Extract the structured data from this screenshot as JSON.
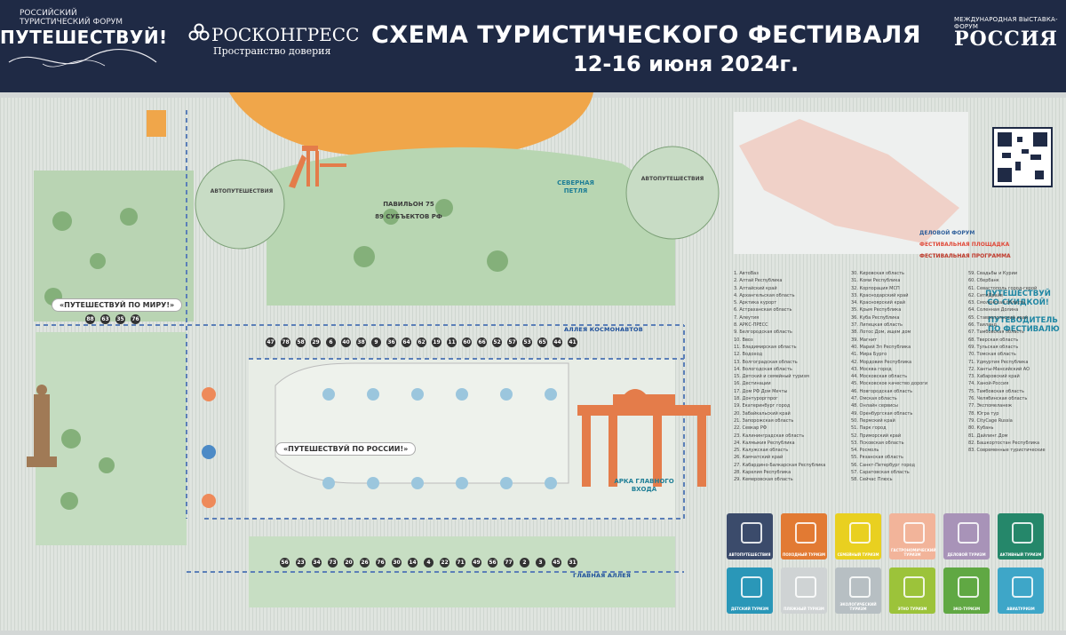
{
  "header": {
    "forum_small_line1": "РОССИЙСКИЙ",
    "forum_small_line2": "ТУРИСТИЧЕСКИЙ ФОРУМ",
    "forum_name": "ПУТЕШЕСТВУЙ!",
    "roscongress_name": "РОСКОНГРЕСС",
    "roscongress_sub": "Пространство доверия",
    "title": "СХЕМА ТУРИСТИЧЕСКОГО ФЕСТИВАЛЯ",
    "dates": "12-16 июня 2024г.",
    "expo_small": "МЕЖДУНАРОДНАЯ ВЫСТАВКА-ФОРУМ",
    "expo_name": "РОССИЯ"
  },
  "map": {
    "pavilion_title": "ПАВИЛЬОН 75",
    "pavilion_sub": "89 СУБЪЕКТОВ РФ",
    "auto_trip_1": "АВТОПУТЕШЕСТВИЯ",
    "auto_trip_2": "АВТОПУТЕШЕСТВИЯ",
    "north_loop": "СЕВЕРНАЯ ПЕТЛЯ",
    "alley_cosmonauts": "АЛЛЕЯ КОСМОНАВТОВ",
    "main_alley": "ГЛАВНАЯ АЛЛЕЯ",
    "main_arch": "АРКА ГЛАВНОГО ВХОДА",
    "zone_world": "«ПУТЕШЕСТВУЙ ПО МИРУ!»",
    "zone_russia": "«ПУТЕШЕСТВУЙ ПО РОССИИ!»",
    "top_numbers": [
      "47",
      "78",
      "58",
      "29",
      "6",
      "40",
      "38",
      "9",
      "36",
      "64",
      "62",
      "19",
      "11",
      "60",
      "66",
      "52",
      "57",
      "53",
      "65",
      "44",
      "41"
    ],
    "bottom_numbers": [
      "56",
      "23",
      "34",
      "73",
      "20",
      "26",
      "76",
      "30",
      "14",
      "4",
      "22",
      "71",
      "49",
      "56",
      "77",
      "2",
      "3",
      "45",
      "31"
    ],
    "left_numbers": [
      "88",
      "63",
      "35",
      "76"
    ]
  },
  "side_map": {
    "legend_business": "ДЕЛОВОЙ ФОРУМ",
    "legend_festival_area": "ФЕСТИВАЛЬНАЯ ПЛОЩАДКА",
    "legend_festival_program": "ФЕСТИВАЛЬНАЯ ПРОГРАММА",
    "discount_line1": "ПУТЕШЕСТВУЙ",
    "discount_line2": "СО СКИДКОЙ!",
    "guide_line1": "ПУТЕВОДИТЕЛЬ",
    "guide_line2": "ПО ФЕСТИВАЛЮ"
  },
  "regions_col1": [
    "1. АвтоВаз",
    "2. Алтай Республика",
    "3. Алтайский край",
    "4. Архангельская область",
    "5. Арктика курорт",
    "6. Астраханская область",
    "7. Алеутия",
    "8. АРКС-ПРЕСС",
    "9. Белгородская область",
    "10. Ввоз",
    "11. Владимирская область",
    "12. Водоход",
    "13. Волгоградская область",
    "14. Вологодская область",
    "15. Детский и семейный туризм",
    "16. Дестинации",
    "17. Дом РФ Дом Мечты",
    "18. Донтуроргпрог",
    "19. Екатеринбург город",
    "20. Забайкальский край",
    "21. Запорожская область",
    "22. Севкар РФ",
    "23. Калининградская область",
    "24. Калмыкия Республика",
    "25. Калужская область",
    "26. Камчатский край",
    "27. Кабардино-Балкарская Республика",
    "28. Карелия Республика",
    "29. Кемеровская область"
  ],
  "regions_col2": [
    "30. Кировская область",
    "31. Коми Республика",
    "32. Корпорация МСП",
    "33. Краснодарский край",
    "34. Красноярский край",
    "35. Крым Республика",
    "36. Куба Республика",
    "37. Липецкая область",
    "38. Лотос Дом, ищем дом",
    "39. Магнит",
    "40. Марий Эл Республика",
    "41. Мира Бурго",
    "42. Мордовия Республика",
    "43. Москва город",
    "44. Московская область",
    "45. Московское качество дороги",
    "46. Новгородская область",
    "47. Омская область",
    "48. Онлайн сервисы",
    "49. Оренбургская область",
    "50. Пермский край",
    "51. Парк город",
    "52. Приморский край",
    "53. Псковская область",
    "54. Росмоль",
    "55. Рязанская область",
    "56. Санкт-Петербург город",
    "57. Саратовская область",
    "58. Сейчас Плюсь"
  ],
  "regions_col3": [
    "59. Свадьбы и Курии",
    "60. Сбербанк",
    "61. Севастополь город-герой",
    "62. СитиДрайв",
    "63. Смоленская область",
    "64. Соленная Долина",
    "65. Ставропольский край",
    "66. Таиланд",
    "67. Тамбовская область",
    "68. Тверская область",
    "69. Тульская область",
    "70. Томская область",
    "71. Удмуртия Республика",
    "72. Ханты-Мансийский АО",
    "73. Хабаровский край",
    "74. Ханой-Россия",
    "75. Тамбовская область",
    "76. Челябинская область",
    "77. Экспомеланеж",
    "78. Югра тур",
    "79. CityCage Russia",
    "80. Кубань",
    "81. Дайлинг.Дом",
    "82. Башкортостан Республика",
    "83. Современные туристические"
  ],
  "categories": [
    {
      "label": "АВТОПУТЕШЕСТВИЯ",
      "color": "#3b4b6b"
    },
    {
      "label": "ПОХОДНЫЙ ТУРИЗМ",
      "color": "#e27a33"
    },
    {
      "label": "СЕМЕЙНЫЙ ТУРИЗМ",
      "color": "#e9d020"
    },
    {
      "label": "ГАСТРОНОМИЧЕСКИЙ ТУРИЗМ",
      "color": "#f2b49a"
    },
    {
      "label": "ДЕЛОВОЙ ТУРИЗМ",
      "color": "#a893b8"
    },
    {
      "label": "АКТИВНЫЙ ТУРИЗМ",
      "color": "#25876a"
    },
    {
      "label": "ДЕТСКИЙ ТУРИЗМ",
      "color": "#2a97b8"
    },
    {
      "label": "ПЛЯЖНЫЙ ТУРИЗМ",
      "color": "#cfd3d4"
    },
    {
      "label": "ЭКОЛОГИЧЕСКИЙ ТУРИЗМ",
      "color": "#b7bfc3"
    },
    {
      "label": "ЭТНО ТУРИЗМ",
      "color": "#9cc33a"
    },
    {
      "label": "ЭКО-ТУРИЗМ",
      "color": "#60a843"
    },
    {
      "label": "АВИАТУРИЗМ",
      "color": "#3ea6c8"
    }
  ]
}
